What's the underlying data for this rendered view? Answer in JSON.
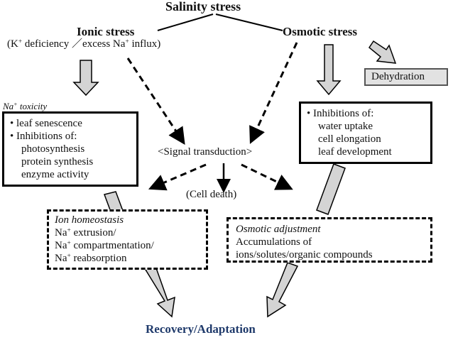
{
  "title": "Salinity stress",
  "ionic": {
    "heading": "Ionic stress",
    "subtitle_prefix": "(K",
    "subtitle_sup1": "+",
    "subtitle_mid": " deficiency ／excess Na",
    "subtitle_sup2": "+",
    "subtitle_suffix": " influx)"
  },
  "osmotic": {
    "heading": "Osmotic stress"
  },
  "dehydration": {
    "label": "Dehydration"
  },
  "na_toxicity": {
    "label_prefix": "Na",
    "label_sup": "+",
    "label_suffix": " toxicity",
    "bullet1": "• leaf senescence",
    "bullet2": "• Inhibitions of:",
    "item1": "photosynthesis",
    "item2": "protein synthesis",
    "item3": "enzyme activity"
  },
  "osmotic_box": {
    "bullet": "• Inhibitions of:",
    "item1": "water uptake",
    "item2": "cell elongation",
    "item3": "leaf development"
  },
  "signal": {
    "label": "<Signal transduction>"
  },
  "cell_death": {
    "label": "(Cell death)"
  },
  "ion_homeostasis": {
    "title": "Ion homeostasis",
    "line1_prefix": "Na",
    "line1_sup": "+",
    "line1_suffix": " extrusion/",
    "line2_prefix": "Na",
    "line2_sup": "+",
    "line2_suffix": " compartmentation/",
    "line3_prefix": "Na",
    "line3_sup": "+",
    "line3_suffix": " reabsorption"
  },
  "osmotic_adjustment": {
    "title": "Osmotic adjustment",
    "line1": "Accumulations of",
    "line2": "ions/solutes/organic compounds"
  },
  "outcome": {
    "label": "Recovery/Adaptation"
  },
  "colors": {
    "outcome": "#1f3a6b",
    "arrow_fill": "#d4d4d4",
    "dehydration_fill": "#e2e2e2"
  }
}
